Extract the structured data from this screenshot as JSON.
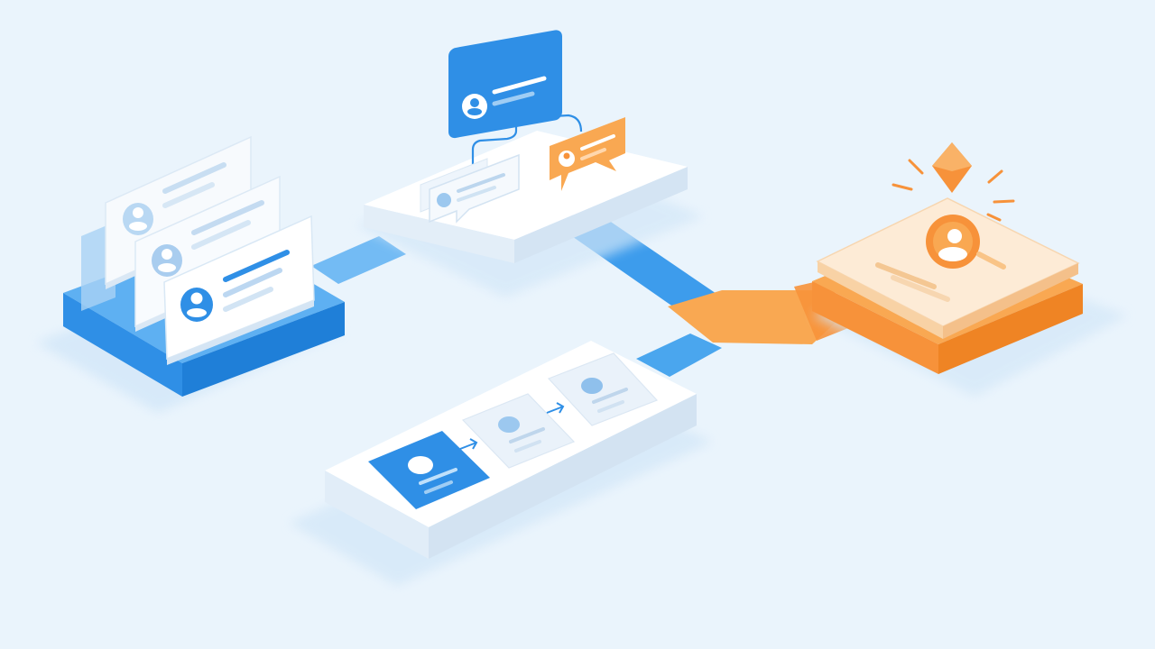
{
  "colors": {
    "background": "#eaf4fc",
    "blue": "#2f8fe6",
    "blue_light": "#5eb0f2",
    "orange": "#f7923a",
    "orange_light": "#f9b267",
    "card_white": "#ffffff",
    "card_cream": "#fdebd6",
    "line_gray": "#cfdfef"
  },
  "diagram": {
    "nodes": [
      {
        "id": "profile-stack",
        "icon": "user-card-stack-icon"
      },
      {
        "id": "chat-platform",
        "icon": "chat-bubbles-icon"
      },
      {
        "id": "step-pipeline",
        "icon": "user-card-steps-icon"
      },
      {
        "id": "highlight-profile",
        "icon": "user-card-highlight-icon"
      }
    ],
    "connectors": [
      {
        "from": "profile-stack",
        "to": "chat-platform",
        "color": "blue"
      },
      {
        "from": "chat-platform",
        "to": "highlight-profile",
        "color": "blue-to-orange"
      },
      {
        "from": "step-pipeline",
        "to": "highlight-profile",
        "color": "blue-to-orange"
      }
    ]
  }
}
